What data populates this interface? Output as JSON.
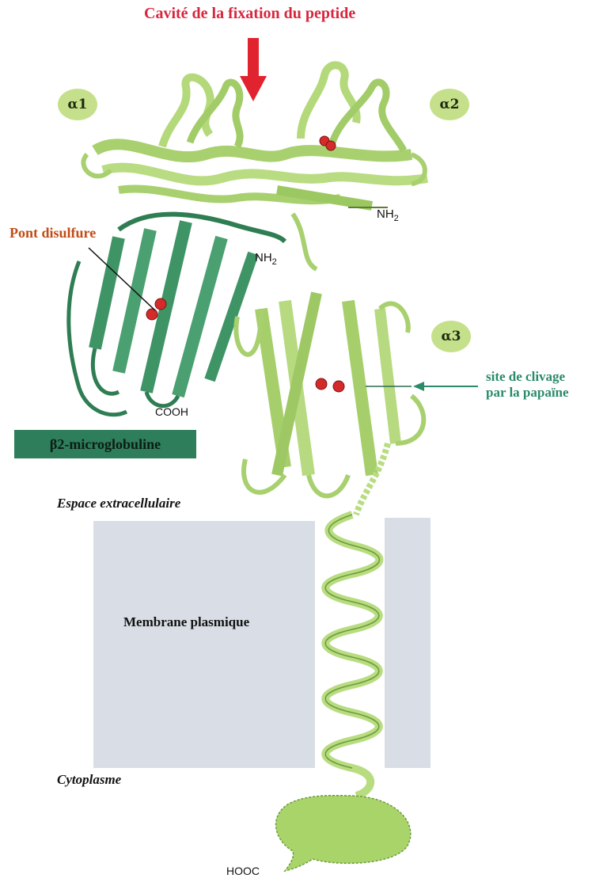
{
  "title": "Cavité de la fixation du peptide",
  "domains": {
    "alpha1": "α1",
    "alpha2": "α2",
    "alpha3": "α3"
  },
  "labels": {
    "disulfide": "Pont disulfure",
    "nh2_top": "NH",
    "nh2_mid": "NH",
    "subscript_2": "2",
    "cooh": "COOH",
    "b2m": "β2-microglobuline",
    "papain_line1": "site de clivage",
    "papain_line2": "par la papaïne",
    "extracellular": "Espace extracellulaire",
    "membrane": "Membrane plasmique",
    "cytoplasm": "Cytoplasme",
    "hooc": "HOOC"
  },
  "colors": {
    "title": "#d7263d",
    "disulfide_label": "#c24b16",
    "papain_label": "#2a8a6a",
    "alpha_ribbon": "#a6cf6b",
    "b2m_ribbon": "#3f8f62",
    "membrane": "#d8dde5",
    "disulfide_bond": "#d42a2a"
  }
}
